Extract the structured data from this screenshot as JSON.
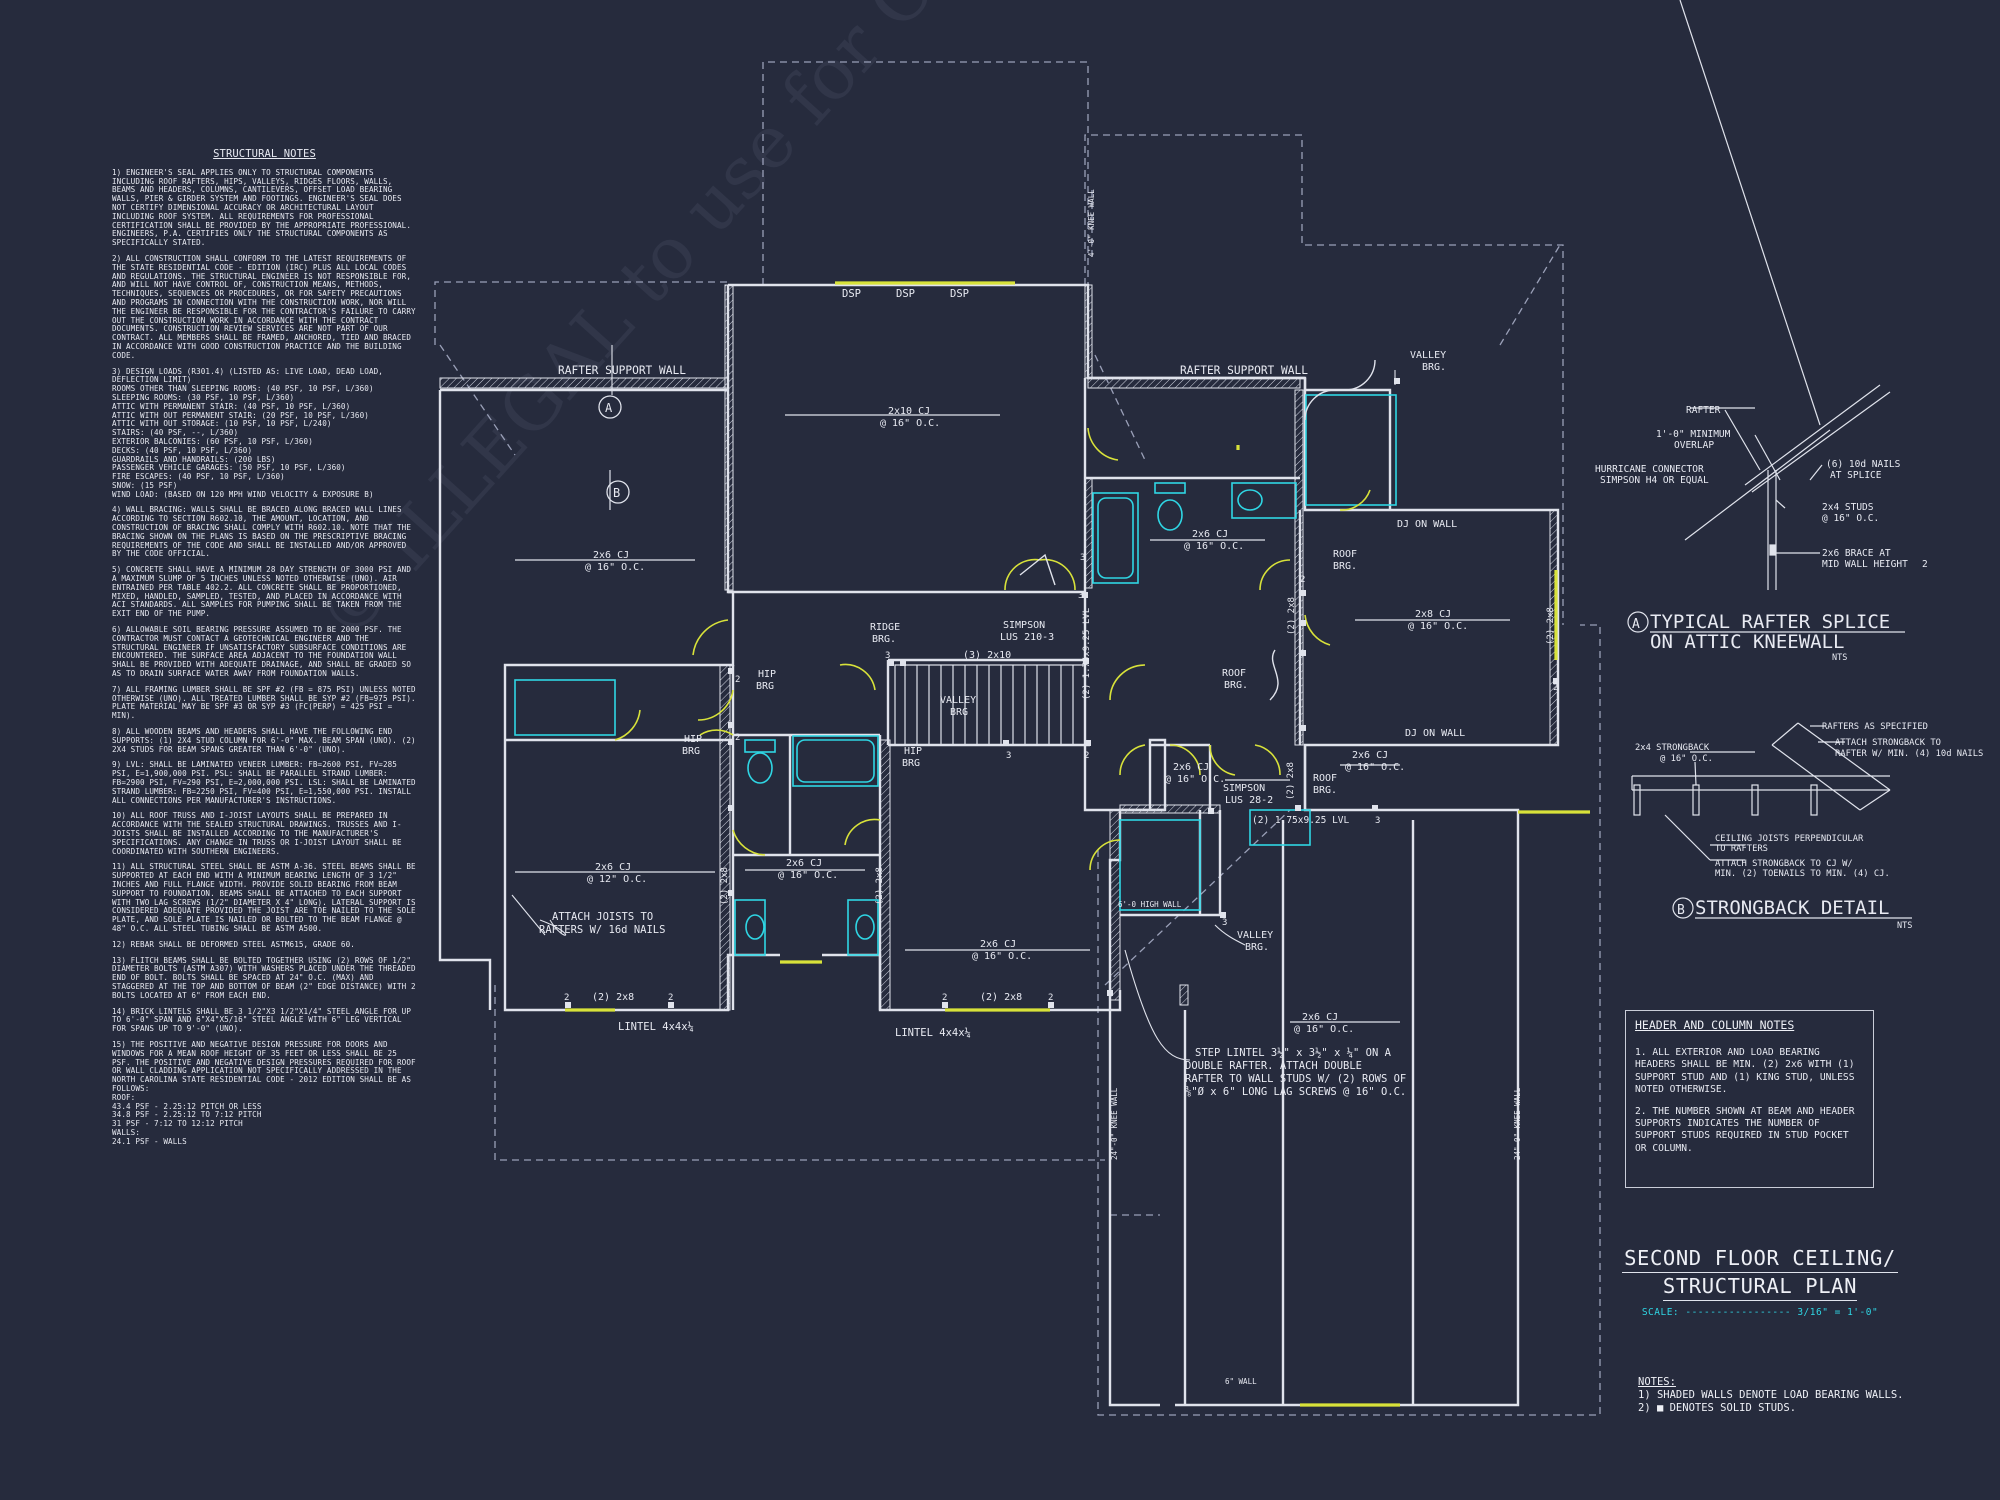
{
  "structural_notes": {
    "title": "STRUCTURAL NOTES",
    "items": [
      "1) ENGINEER'S SEAL APPLIES ONLY TO STRUCTURAL COMPONENTS INCLUDING ROOF RAFTERS, HIPS, VALLEYS, RIDGES FLOORS, WALLS, BEAMS AND HEADERS, COLUMNS, CANTILEVERS, OFFSET LOAD BEARING WALLS, PIER & GIRDER SYSTEM AND FOOTINGS. ENGINEER'S SEAL DOES NOT CERTIFY DIMENSIONAL ACCURACY OR ARCHITECTURAL LAYOUT INCLUDING ROOF SYSTEM. ALL REQUIREMENTS FOR PROFESSIONAL CERTIFICATION SHALL BE PROVIDED BY THE APPROPRIATE PROFESSIONAL. ENGINEERS, P.A. CERTIFIES ONLY THE STRUCTURAL COMPONENTS AS SPECIFICALLY STATED.",
      "2) ALL CONSTRUCTION SHALL CONFORM TO THE LATEST REQUIREMENTS OF THE STATE RESIDENTIAL CODE - EDITION (IRC) PLUS ALL LOCAL CODES AND REGULATIONS. THE STRUCTURAL ENGINEER IS NOT RESPONSIBLE FOR, AND WILL NOT HAVE CONTROL OF, CONSTRUCTION MEANS, METHODS, TECHNIQUES, SEQUENCES OR PROCEDURES, OR FOR SAFETY PRECAUTIONS AND PROGRAMS IN CONNECTION WITH THE CONSTRUCTION WORK, NOR WILL THE ENGINEER BE RESPONSIBLE FOR THE CONTRACTOR'S FAILURE TO CARRY OUT THE CONSTRUCTION WORK IN ACCORDANCE WITH THE CONTRACT DOCUMENTS. CONSTRUCTION REVIEW SERVICES ARE NOT PART OF OUR CONTRACT. ALL MEMBERS SHALL BE FRAMED, ANCHORED, TIED AND BRACED IN ACCORDANCE WITH GOOD CONSTRUCTION PRACTICE AND THE BUILDING CODE.",
      "3) DESIGN LOADS (R301.4) (LISTED AS: LIVE LOAD, DEAD LOAD, DEFLECTION LIMIT)",
      "4) WALL BRACING: WALLS SHALL BE BRACED ALONG BRACED WALL LINES ACCORDING TO SECTION R602.10, THE AMOUNT, LOCATION, AND CONSTRUCTION OF BRACING SHALL COMPLY WITH R602.10. NOTE THAT THE BRACING SHOWN ON THE PLANS IS BASED ON THE PRESCRIPTIVE BRACING REQUIREMENTS OF THE CODE AND SHALL BE INSTALLED AND/OR APPROVED BY THE CODE OFFICIAL.",
      "5) CONCRETE SHALL HAVE A MINIMUM 28 DAY STRENGTH OF 3000 PSI AND A MAXIMUM SLUMP OF 5 INCHES UNLESS NOTED OTHERWISE (UNO). AIR ENTRAINED PER TABLE 402.2. ALL CONCRETE SHALL BE PROPORTIONED, MIXED, HANDLED, SAMPLED, TESTED, AND PLACED IN ACCORDANCE WITH ACI STANDARDS. ALL SAMPLES FOR PUMPING SHALL BE TAKEN FROM THE EXIT END OF THE PUMP.",
      "6) ALLOWABLE SOIL BEARING PRESSURE ASSUMED TO BE 2000 PSF. THE CONTRACTOR MUST CONTACT A GEOTECHNICAL ENGINEER AND THE STRUCTURAL ENGINEER IF UNSATISFACTORY SUBSURFACE CONDITIONS ARE ENCOUNTERED. THE SURFACE AREA ADJACENT TO THE FOUNDATION WALL SHALL BE PROVIDED WITH ADEQUATE DRAINAGE, AND SHALL BE GRADED SO AS TO DRAIN SURFACE WATER AWAY FROM FOUNDATION WALLS.",
      "7) ALL FRAMING LUMBER SHALL BE SPF #2 (Fb = 875 PSI) UNLESS NOTED OTHERWISE (UNO). ALL TREATED LUMBER SHALL BE SYP #2 (Fb=975 PSI). PLATE MATERIAL MAY BE SPF #3 OR SYP #3 (Fc(perp) = 425 PSI = MIN).",
      "8) ALL WOODEN BEAMS AND HEADERS SHALL HAVE THE FOLLOWING END SUPPORTS: (1) 2x4 STUD COLUMN FOR 6'-0\" MAX. BEAM SPAN (UNO). (2) 2X4 STUDS FOR BEAM SPANS GREATER THAN 6'-0\" (UNO).",
      "9) LVL: SHALL BE LAMINATED VENEER LUMBER: Fb=2600 PSI, Fv=285 PSI, E=1,900,000 PSI. PSL: SHALL BE PARALLEL STRAND LUMBER: Fb=2900 PSI, Fv=290 PSI, E=2,000,000 PSI. LSL: SHALL BE LAMINATED STRAND LUMBER: Fb=2250 PSI, Fv=400 PSI, E=1,550,000 PSI. INSTALL ALL CONNECTIONS PER MANUFACTURER'S INSTRUCTIONS.",
      "10) ALL ROOF TRUSS AND I-JOIST LAYOUTS SHALL BE PREPARED IN ACCORDANCE WITH THE SEALED STRUCTURAL DRAWINGS. TRUSSES AND I-JOISTS SHALL BE INSTALLED ACCORDING TO THE MANUFACTURER'S SPECIFICATIONS. ANY CHANGE IN TRUSS OR I-JOIST LAYOUT SHALL BE COORDINATED WITH SOUTHERN ENGINEERS.",
      "11) ALL STRUCTURAL STEEL SHALL BE ASTM A-36. STEEL BEAMS SHALL BE SUPPORTED AT EACH END WITH A MINIMUM BEARING LENGTH OF 3 1/2\" INCHES AND FULL FLANGE WIDTH. PROVIDE SOLID BEARING FROM BEAM SUPPORT TO FOUNDATION. BEAMS SHALL BE ATTACHED TO EACH SUPPORT WITH TWO LAG SCREWS (1/2\" DIAMETER x 4\" LONG). LATERAL SUPPORT IS CONSIDERED ADEQUATE PROVIDED THE JOIST ARE TOE NAILED TO THE SOLE PLATE, AND SOLE PLATE IS NAILED OR BOLTED TO THE BEAM FLANGE @ 48\" O.C. ALL STEEL TUBING SHALL BE ASTM A500.",
      "12) REBAR SHALL BE DEFORMED STEEL ASTM615, GRADE 60.",
      "13) FLITCH BEAMS SHALL BE BOLTED TOGETHER USING (2) ROWS OF 1/2\" DIAMETER BOLTS (ASTM A307) WITH WASHERS PLACED UNDER THE THREADED END OF BOLT. BOLTS SHALL BE SPACED AT 24\" O.C. (MAX) AND STAGGERED AT THE TOP AND BOTTOM OF BEAM (2\" EDGE DISTANCE) WITH 2 BOLTS LOCATED AT 6\" FROM EACH END.",
      "14) BRICK LINTELS SHALL BE 3 1/2\"x3 1/2\"x1/4\" STEEL ANGLE FOR UP TO 6'-0\" SPAN AND 6\"x4\"x5/16\" STEEL ANGLE WITH 6\" LEG VERTICAL FOR SPANS UP TO 9'-0\" (UNO).",
      "15) THE POSITIVE AND NEGATIVE DESIGN PRESSURE FOR DOORS AND WINDOWS FOR A MEAN ROOF HEIGHT OF 35 FEET OR LESS SHALL BE 25 PSF. THE POSITIVE AND NEGATIVE DESIGN PRESSURES REQUIRED FOR ROOF OR WALL CLADDING APPLICATION NOT SPECIFICALLY ADDRESSED IN THE NORTH CAROLINA STATE RESIDENTIAL CODE - 2012 EDITION SHALL BE AS FOLLOWS:"
    ],
    "loads": [
      "ROOMS OTHER THAN SLEEPING ROOMS: (40 PSF, 10 PSF, L/360)",
      "SLEEPING ROOMS: (30 PSF, 10 PSF, L/360)",
      "ATTIC WITH PERMANENT STAIR: (40 PSF, 10 PSF, L/360)",
      "ATTIC WITH OUT PERMANENT STAIR: (20 PSF, 10 PSF, L/360)",
      "ATTIC WITH OUT STORAGE: (10 PSF, 10 PSF, L/240)",
      "STAIRS: (40 PSF, --, L/360)",
      "EXTERIOR BALCONIES: (60 PSF, 10 PSF, L/360)",
      "DECKS: (40 PSF, 10 PSF, L/360)",
      "GUARDRAILS AND HANDRAILS: (200 LBS)",
      "PASSENGER VEHICLE GARAGES: (50 PSF, 10 PSF, L/360)",
      "FIRE ESCAPES: (40 PSF, 10 PSF, L/360)",
      "SNOW: (15 PSF)",
      "WIND LOAD: (BASED ON 120 MPH WIND VELOCITY & EXPOSURE B)"
    ],
    "roof_walls": [
      "ROOF:",
      "43.4 PSF - 2.25:12 PITCH OR LESS",
      "34.8 PSF - 2.25:12 TO 7:12 PITCH",
      "31 PSF - 7:12 TO 12:12 PITCH",
      "WALLS:",
      "24.1 PSF - WALLS"
    ]
  },
  "plan_labels": {
    "rafter_support_wall": "RAFTER SUPPORT WALL",
    "dsp": "DSP",
    "cj_2x10": "2x10 CJ",
    "cj_2x6": "2x6 CJ",
    "cj_2x8": "2x8 CJ",
    "oc16": "@ 16\" O.C.",
    "oc12": "@ 12\" O.C.",
    "valley_brg": "VALLEY BRG.",
    "valley": "VALLEY",
    "brg": "BRG.",
    "brg_nodot": "BRG",
    "ridge": "RIDGE",
    "roof": "ROOF",
    "hip": "HIP",
    "simpson": "SIMPSON",
    "lus210": "LUS 210-3",
    "lus28": "LUS 28-2",
    "three_2x10": "(3) 2x10",
    "two_2x8": "(2) 2x8",
    "two_lvl": "(2) 1.75x9.25 LVL",
    "lvl_vertical": "(2) 1.75x9.25 LVL",
    "dj_on_wall": "DJ ON WALL",
    "lintel": "LINTEL 4x4x¼",
    "attach_joists_1": "ATTACH JOISTS TO",
    "attach_joists_2": "RAFTERS W/ 16d NAILS",
    "knee_wall_4": "4'-0\" KNEE WALL",
    "knee_wall_24": "24\"-0\" KNEE WALL",
    "high_wall": "6'-0 HIGH WALL",
    "wall_6": "6\" WALL",
    "step_lintel": [
      "STEP LINTEL 3½\" x 3½\" x ¼\" ON A",
      "DOUBLE RAFTER. ATTACH DOUBLE",
      "RAFTER TO WALL STUDS W/ (2) ROWS OF",
      "⅜\"Ø x 6\" LONG LAG SCREWS @ 16\" O.C."
    ],
    "marker_a": "A",
    "marker_b": "B",
    "n1": "1",
    "n2": "2",
    "n3": "3"
  },
  "detail_a": {
    "marker": "A",
    "title_1": "TYPICAL RAFTER SPLICE",
    "title_2": "ON ATTIC KNEEWALL",
    "nts": "NTS",
    "rafter": "RAFTER",
    "overlap_1": "1'-0\" MINIMUM",
    "overlap_2": "OVERLAP",
    "hurricane_1": "HURRICANE CONNECTOR",
    "hurricane_2": "SIMPSON H4 OR EQUAL",
    "nails_1": "(6) 10d NAILS",
    "nails_2": "AT SPLICE",
    "studs_1": "2x4 STUDS",
    "studs_2": "@ 16\" O.C.",
    "brace_1": "2x6 BRACE AT",
    "brace_2": "MID WALL HEIGHT"
  },
  "detail_b": {
    "marker": "B",
    "title": "STRONGBACK DETAIL",
    "nts": "NTS",
    "rafters_spec": "RAFTERS AS SPECIFIED",
    "attach_1": "ATTACH STRONGBACK TO",
    "attach_2": "RAFTER W/ MIN. (4) 10d NAILS",
    "strongback_1": "2x4 STRONGBACK",
    "strongback_2": "@ 16\" O.C.",
    "ceiling_1": "CEILING JOISTS PERPENDICULAR",
    "ceiling_2": "TO RAFTERS",
    "attach_cj_1": "ATTACH STRONGBACK TO CJ W/",
    "attach_cj_2": "MIN. (2) TOENAILS TO MIN. (4) CJ."
  },
  "header_notes": {
    "title": "HEADER AND COLUMN NOTES",
    "items": [
      "1. ALL EXTERIOR AND LOAD BEARING HEADERS SHALL BE MIN. (2) 2x6 WITH (1) SUPPORT STUD AND (1) KING STUD, UNLESS NOTED OTHERWISE.",
      "2. THE NUMBER SHOWN AT BEAM AND HEADER SUPPORTS INDICATES THE NUMBER OF SUPPORT STUDS REQUIRED IN STUD POCKET OR COLUMN."
    ]
  },
  "title_block": {
    "line1": "SECOND FLOOR CEILING/",
    "line2": "STRUCTURAL PLAN",
    "scale": "SCALE: ----------------- 3/16\" = 1'-0\""
  },
  "bottom_notes": {
    "title": "NOTES:",
    "items": [
      "1) SHADED WALLS DENOTE LOAD BEARING WALLS.",
      "2) ■ DENOTES SOLID STUDS."
    ]
  },
  "watermark": "© ILLEGAL to use for Construction · May be used for Estimations · MyHomeFloorPlans.com",
  "colors": {
    "background": "#262b3d",
    "lines": "#e0e3ec",
    "cyan_fixtures": "#2fd6e4",
    "yellow_windows": "#d8e23a",
    "dashed": "#9aa0b8"
  }
}
